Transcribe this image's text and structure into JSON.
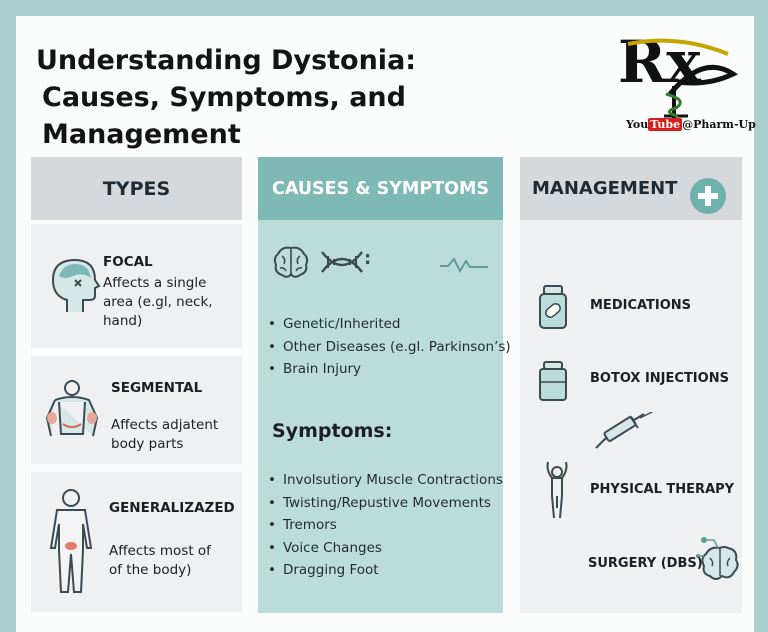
{
  "title": {
    "line1": "Understanding Dystonia:",
    "line2": "Causes, Symptoms, and Management"
  },
  "logo": {
    "letters": "Rx",
    "channel_prefix": "You",
    "channel_tube": "Tube",
    "channel_handle": "@Pharm-Up"
  },
  "types": {
    "heading": "TYPES",
    "items": [
      {
        "name": "FOCAL",
        "description": "Affects a single area (e.gl, neck, hand)",
        "icon": "head-icon"
      },
      {
        "name": "SEGMENTAL",
        "description": "Affects adjatent body parts",
        "icon": "torso-icon"
      },
      {
        "name": "GENERALIZAZED",
        "description": "Affects most of of the body)",
        "icon": "body-icon"
      }
    ]
  },
  "causes": {
    "heading": "CAUSES & SYMPTOMS",
    "icon_separator": ":",
    "items": [
      "Genetic/Inherited",
      "Other Diseases (e.gl. Parkinson’s)",
      "Brain Injury"
    ]
  },
  "symptoms": {
    "heading": "Symptoms:",
    "items": [
      "Involsutiory Muscle Contractions",
      "Twisting/Repustive Movements",
      "Tremors",
      "Voice Changes",
      "Dragging Foot"
    ]
  },
  "management": {
    "heading": "MANAGEMENT",
    "items": [
      {
        "label": "MEDICATIONS",
        "icon": "pill-bottle-icon"
      },
      {
        "label": "BOTOX INJECTIONS",
        "icon": "vial-icon"
      },
      {
        "label": "PHYSICAL THERAPY",
        "icon": "stretching-person-icon"
      },
      {
        "label": "SURGERY (DBS)",
        "icon": "brain-circuit-icon"
      }
    ]
  },
  "colors": {
    "background": "#a9cfcc",
    "teal_header": "#7fb9b5",
    "teal_panel": "#bcdcd9",
    "gray_header": "#d6d9dc",
    "gray_panel": "#eef0f2",
    "icon_teal": "#5f9c97",
    "icon_dark": "#3c4a52"
  }
}
